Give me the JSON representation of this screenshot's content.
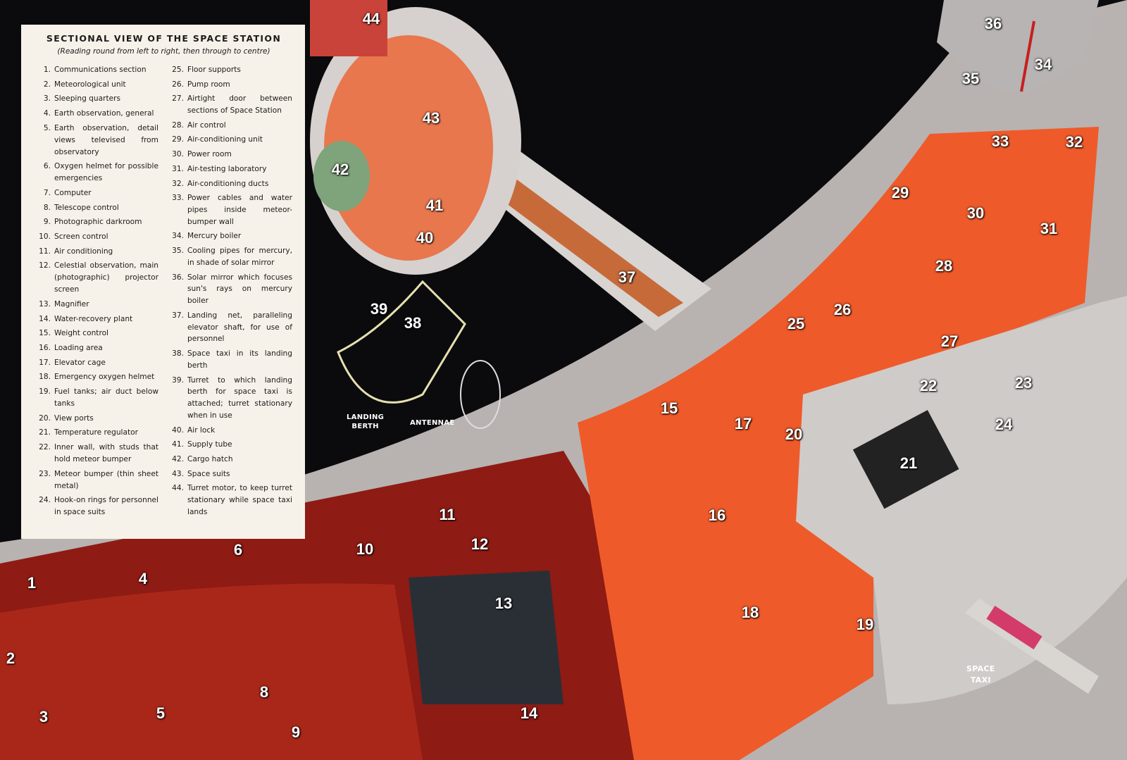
{
  "legend": {
    "title": "SECTIONAL VIEW OF THE SPACE STATION",
    "subtitle": "(Reading round from left to right, then through to centre)",
    "items": [
      {
        "n": "1.",
        "t": "Communications section"
      },
      {
        "n": "2.",
        "t": "Meteorological unit"
      },
      {
        "n": "3.",
        "t": "Sleeping quarters"
      },
      {
        "n": "4.",
        "t": "Earth observation, general"
      },
      {
        "n": "5.",
        "t": "Earth observation, detail views televised from observatory"
      },
      {
        "n": "6.",
        "t": "Oxygen helmet for possible emergencies"
      },
      {
        "n": "7.",
        "t": "Computer"
      },
      {
        "n": "8.",
        "t": "Telescope control"
      },
      {
        "n": "9.",
        "t": "Photographic darkroom"
      },
      {
        "n": "10.",
        "t": "Screen control"
      },
      {
        "n": "11.",
        "t": "Air conditioning"
      },
      {
        "n": "12.",
        "t": "Celestial observation, main (photographic) projector screen"
      },
      {
        "n": "13.",
        "t": "Magnifier"
      },
      {
        "n": "14.",
        "t": "Water-recovery plant"
      },
      {
        "n": "15.",
        "t": "Weight control"
      },
      {
        "n": "16.",
        "t": "Loading area"
      },
      {
        "n": "17.",
        "t": "Elevator cage"
      },
      {
        "n": "18.",
        "t": "Emergency oxygen helmet"
      },
      {
        "n": "19.",
        "t": "Fuel tanks; air duct below tanks"
      },
      {
        "n": "20.",
        "t": "View ports"
      },
      {
        "n": "21.",
        "t": "Temperature regulator"
      },
      {
        "n": "22.",
        "t": "Inner wall, with studs that hold meteor bumper"
      },
      {
        "n": "23.",
        "t": "Meteor bumper (thin sheet metal)"
      },
      {
        "n": "24.",
        "t": "Hook-on rings for personnel in space suits"
      },
      {
        "n": "25.",
        "t": "Floor supports"
      },
      {
        "n": "26.",
        "t": "Pump room"
      },
      {
        "n": "27.",
        "t": "Airtight door between sections of Space Station"
      },
      {
        "n": "28.",
        "t": "Air control"
      },
      {
        "n": "29.",
        "t": "Air-conditioning unit"
      },
      {
        "n": "30.",
        "t": "Power room"
      },
      {
        "n": "31.",
        "t": "Air-testing laboratory"
      },
      {
        "n": "32.",
        "t": "Air-conditioning ducts"
      },
      {
        "n": "33.",
        "t": "Power cables and water pipes inside meteor-bumper wall"
      },
      {
        "n": "34.",
        "t": "Mercury boiler"
      },
      {
        "n": "35.",
        "t": "Cooling pipes for mercury, in shade of solar mirror"
      },
      {
        "n": "36.",
        "t": "Solar mirror which focuses sun's rays on mercury boiler"
      },
      {
        "n": "37.",
        "t": "Landing net, paralleling elevator shaft, for use of personnel"
      },
      {
        "n": "38.",
        "t": "Space taxi in its landing berth"
      },
      {
        "n": "39.",
        "t": "Turret to which landing berth for space taxi is attached; turret stationary when in use"
      },
      {
        "n": "40.",
        "t": "Air lock"
      },
      {
        "n": "41.",
        "t": "Supply tube"
      },
      {
        "n": "42.",
        "t": "Cargo hatch"
      },
      {
        "n": "43.",
        "t": "Space suits"
      },
      {
        "n": "44.",
        "t": "Turret motor, to keep turret stationary while space taxi lands"
      }
    ]
  },
  "callouts": [
    "1",
    "2",
    "3",
    "4",
    "5",
    "6",
    "8",
    "9",
    "10",
    "11",
    "12",
    "13",
    "14",
    "15",
    "16",
    "17",
    "18",
    "19",
    "20",
    "21",
    "22",
    "23",
    "24",
    "25",
    "26",
    "27",
    "28",
    "29",
    "30",
    "31",
    "32",
    "33",
    "34",
    "35",
    "36",
    "37",
    "38",
    "39",
    "40",
    "41",
    "42",
    "43",
    "44"
  ],
  "captions": {
    "landing_berth": [
      "LANDING",
      "BERTH"
    ],
    "antennae": "ANTENNAE",
    "space_taxi": [
      "SPACE",
      "TAXI"
    ]
  },
  "colors": {
    "space": "#0b0a0c",
    "hull": "#c9c6c4",
    "interior_red": "#8e1b14",
    "interior_orange": "#ef5a2a",
    "legend_paper": "#f6f2ea"
  }
}
